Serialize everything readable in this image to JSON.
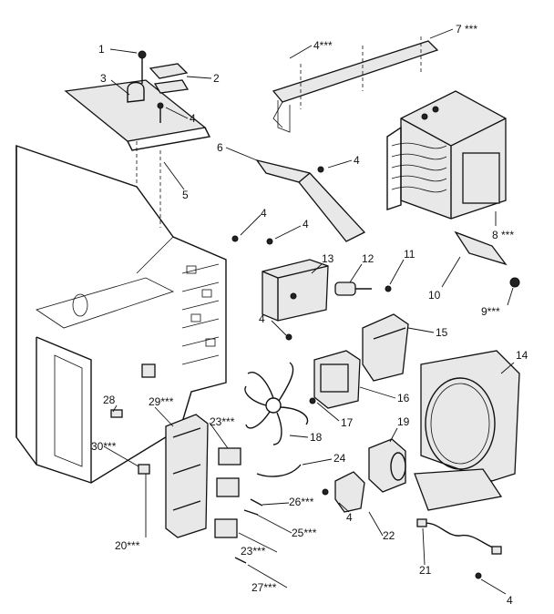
{
  "labels": [
    {
      "id": "1",
      "text": "1"
    },
    {
      "id": "2",
      "text": "2"
    },
    {
      "id": "3",
      "text": "3"
    },
    {
      "id": "4a",
      "text": "4"
    },
    {
      "id": "5",
      "text": "5"
    },
    {
      "id": "4b",
      "text": "4***"
    },
    {
      "id": "7",
      "text": "7 ***"
    },
    {
      "id": "6",
      "text": "6"
    },
    {
      "id": "4c",
      "text": "4"
    },
    {
      "id": "8",
      "text": "8 ***"
    },
    {
      "id": "4d",
      "text": "4"
    },
    {
      "id": "4e",
      "text": "4"
    },
    {
      "id": "13",
      "text": "13"
    },
    {
      "id": "12",
      "text": "12"
    },
    {
      "id": "11",
      "text": "11"
    },
    {
      "id": "10",
      "text": "10"
    },
    {
      "id": "9",
      "text": "9***"
    },
    {
      "id": "4f",
      "text": "4"
    },
    {
      "id": "15",
      "text": "15"
    },
    {
      "id": "14",
      "text": "14"
    },
    {
      "id": "16",
      "text": "16"
    },
    {
      "id": "17",
      "text": "17"
    },
    {
      "id": "18",
      "text": "18"
    },
    {
      "id": "28",
      "text": "28"
    },
    {
      "id": "29",
      "text": "29***"
    },
    {
      "id": "23a",
      "text": "23***"
    },
    {
      "id": "19",
      "text": "19"
    },
    {
      "id": "30",
      "text": "30***"
    },
    {
      "id": "24",
      "text": "24"
    },
    {
      "id": "26",
      "text": "26***"
    },
    {
      "id": "4g",
      "text": "4"
    },
    {
      "id": "25",
      "text": "25***"
    },
    {
      "id": "20",
      "text": "20***"
    },
    {
      "id": "22",
      "text": "22"
    },
    {
      "id": "23b",
      "text": "23***"
    },
    {
      "id": "21",
      "text": "21"
    },
    {
      "id": "27",
      "text": "27***"
    },
    {
      "id": "4h",
      "text": "4"
    }
  ]
}
